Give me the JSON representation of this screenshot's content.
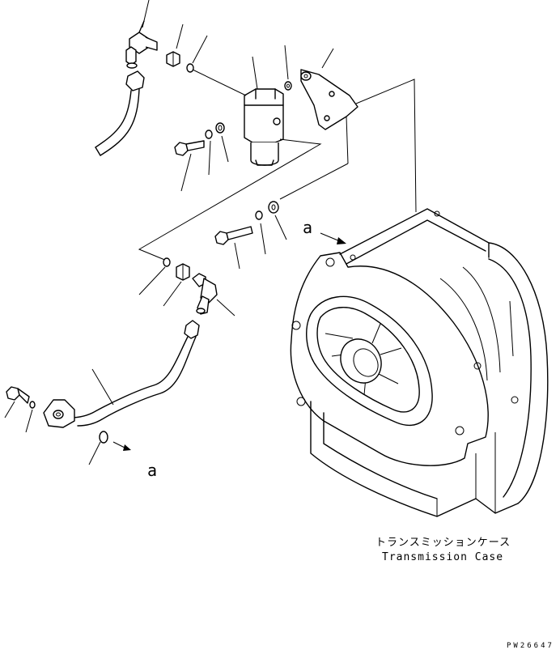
{
  "view_marker": "a",
  "caption": {
    "japanese": "トランスミッションケース",
    "english": "Transmission Case"
  },
  "drawing_id": "PW26647"
}
